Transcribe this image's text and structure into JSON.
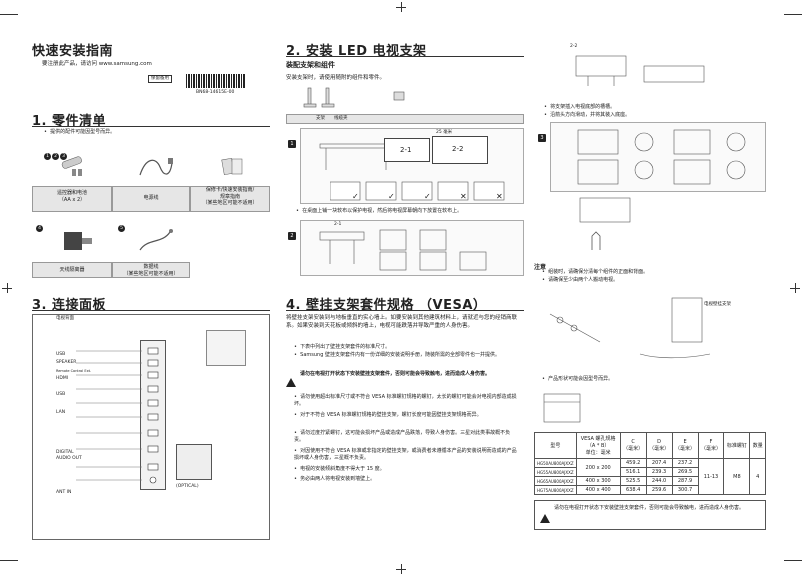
{
  "col1": {
    "title": "快速安装指南",
    "register_line": "要注册此产品，请访问 www.samsung.com",
    "keep_label": "保留备用",
    "barcode_number": "BN68-14615E-00",
    "sec1_title": "1.  零件清单",
    "sec1_bullet": "提供的配件可能因型号而异。",
    "parts_marks": [
      "1",
      "2",
      "3"
    ],
    "parts": [
      {
        "mark": "1",
        "label": "遥控器和电池\n（AA x 2）"
      },
      {
        "mark": "2",
        "label": "电源线"
      },
      {
        "mark": "3",
        "label": "保修卡/快速安装指南/\n规章指南\n（某些地区可能不适用）"
      },
      {
        "mark": "4",
        "label": "天线隔离器"
      },
      {
        "mark": "5",
        "label": "数据线\n（某些地区可能不适用）"
      }
    ],
    "sec3_title": "3.  连接面板",
    "panel_label": "电视背面",
    "ports": [
      "USB",
      "SPEAKER",
      "HDMI",
      "Remote Control Ext.",
      "USB",
      "LAN",
      "DIGITAL\nAUDIO OUT",
      "ANT IN"
    ],
    "optical_label": "(OPTICAL)"
  },
  "col2": {
    "sec2_title": "2.  安装 LED 电视支架",
    "sec2_sub": "装配支架和组件",
    "sec2_text": "安装支架时，请使用随附的组件和零件。",
    "stand_labels": [
      "支架",
      "线缆夹"
    ],
    "step1": "1",
    "size_25": "25 毫米",
    "box_21": "2-1",
    "box_22": "2-2",
    "step1_bullet": "在桌面上铺一块软布以保护电视，然后将电视屏幕朝向下放置在软布上。",
    "step2": "2",
    "step2_small": "2-1",
    "sec4_title": "4.  壁挂支架套件规格 （VESA）",
    "sec4_paras": [
      "将壁挂支架安装到与地板垂直的实心墙上。如要安装到其他建筑材料上，请就近与您的经销商联系。如果安装到天花板或倾斜的墙上，电视可能跌落并导致严重的人身伤害。"
    ],
    "sec4_bullets1": [
      "下表中列出了壁挂支架套件的标准尺寸。",
      "Samsung 壁挂支架套件内有一份详细的安装说明手册，随装所需的全部零件也一并提供。"
    ],
    "sec4_warning": "请勿在电视打开状态下安装壁挂支架套件，否则可能会导致触电，进而造成人身伤害。",
    "sec4_bullets2": [
      "请勿使用超出标准尺寸或不符合 VESA 标准螺钉规格的螺钉，太长的螺钉可能会对电视内部造成损坏。",
      "对于不符合 VESA 标准螺钉规格的壁挂支架，螺钉长度可能因壁挂支架规格而异。",
      "请勿过度拧紧螺钉，这可能会损坏产品或造成产品跌落，导致人身伤害。三星对此类事故概不负责。",
      "对因使用不符合 VESA 标准或非指定的壁挂支架，或消费者未遵循本产品的安装说明而造成的产品损坏或人身伤害，三星概不负责。",
      "电视的安装倾斜角度不得大于 15 度。",
      "务必由两人将电视安装到墙壁上。"
    ]
  },
  "col3": {
    "step22": "2-2",
    "bullets_top": [
      "将支架插入电视底部的槽槽。",
      "沿箭头方向滑动，并将其装入底座。"
    ],
    "step3": "3",
    "note_title": "注意",
    "note_bullets": [
      "组装时，请确保分清每个组件的正面和背面。",
      "请确保至少由两个人搬动电视。"
    ],
    "wall_label": "电视壁挂支架",
    "shape_bullet": "产品形状可能会因型号而异。",
    "table": {
      "h_model": "型号",
      "h_vesa": "VESA 螺孔规格\n（A * B）\n单位：毫米",
      "h_c": "C\n（毫米）",
      "h_d": "D\n（毫米）",
      "h_e": "E\n（毫米）",
      "h_f": "F\n（毫米）",
      "h_screw": "标准螺钉",
      "h_qty": "数量",
      "rows": [
        {
          "model": "HG50AU800AJXXZ",
          "vesa": "200 x 200",
          "c": "459.2",
          "d": "207.4",
          "e": "237.2"
        },
        {
          "model": "HG55AU800AJXXZ",
          "vesa": "",
          "c": "516.1",
          "d": "239.3",
          "e": "269.5"
        },
        {
          "model": "HG65AU800AJXXZ",
          "vesa": "400 x 300",
          "c": "525.5",
          "d": "244.0",
          "e": "287.9"
        },
        {
          "model": "HG75AU800AJXXZ",
          "vesa": "400 x 400",
          "c": "638.4",
          "d": "259.6",
          "e": "300.7"
        }
      ],
      "f_value": "11-13",
      "screw": "M8",
      "qty": "4"
    },
    "bottom_warning": "请勿在电视打开状态下安装壁挂支架套件，否则可能会导致触电，进而造成人身伤害。"
  }
}
